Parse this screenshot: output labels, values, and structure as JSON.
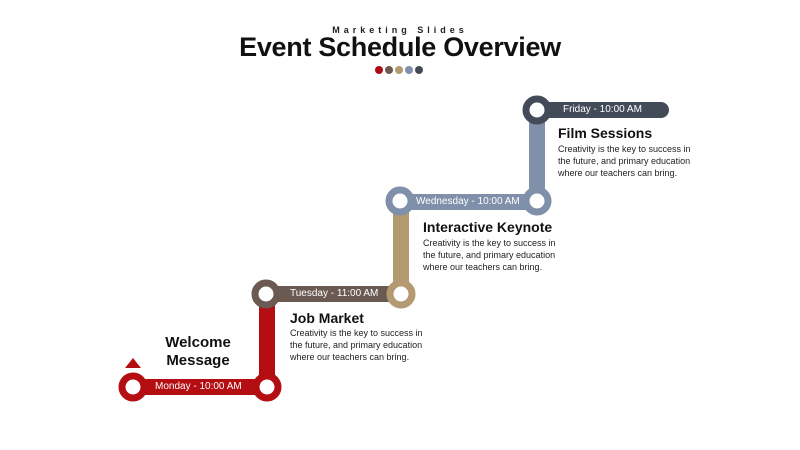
{
  "header": {
    "kicker": "Marketing Slides",
    "title": "Event Schedule Overview",
    "dots": [
      "#a80e14",
      "#6b5a52",
      "#b39a70",
      "#8090ab",
      "#434b59"
    ]
  },
  "stages": [
    {
      "day_time": "Monday  -  10:00 AM",
      "title": "Welcome Message",
      "description": "",
      "color": "#b40d12"
    },
    {
      "day_time": "Tuesday  -  11:00 AM",
      "title": "Job Market",
      "description": "Creativity is the key to success in the future, and primary education where our teachers can bring.",
      "color": "#6b5a52"
    },
    {
      "day_time": "Wednesday  -  10:00 AM",
      "title": "Interactive Keynote",
      "description": "Creativity is the key to success in the future, and primary education where our teachers can bring.",
      "color": "#8090ab"
    },
    {
      "day_time": "Friday  -  10:00 AM",
      "title": "Film Sessions",
      "description": "Creativity is the key to success in the future, and primary education where our teachers can bring.",
      "color": "#434b59"
    }
  ],
  "connector_colors": {
    "rise_1": "#b40d12",
    "rise_2": "#b39a70",
    "rise_3": "#8090ab"
  }
}
